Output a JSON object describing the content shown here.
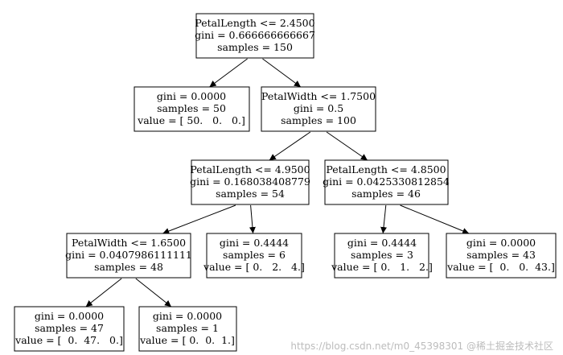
{
  "tree": {
    "nodes": {
      "n0": [
        "PetalLength <= 2.4500",
        "gini = 0.666666666667",
        "samples = 150"
      ],
      "n1": [
        "gini = 0.0000",
        "samples = 50",
        "value = [ 50.   0.   0.]"
      ],
      "n2": [
        "PetalWidth <= 1.7500",
        "gini = 0.5",
        "samples = 100"
      ],
      "n3": [
        "PetalLength <= 4.9500",
        "gini = 0.168038408779",
        "samples = 54"
      ],
      "n4": [
        "PetalLength <= 4.8500",
        "gini = 0.0425330812854",
        "samples = 46"
      ],
      "n5": [
        "PetalWidth <= 1.6500",
        "gini = 0.0407986111111",
        "samples = 48"
      ],
      "n6": [
        "gini = 0.4444",
        "samples = 6",
        "value = [ 0.   2.   4.]"
      ],
      "n7": [
        "gini = 0.4444",
        "samples = 3",
        "value = [ 0.   1.   2.]"
      ],
      "n8": [
        "gini = 0.0000",
        "samples = 43",
        "value = [  0.   0.  43.]"
      ],
      "n9": [
        "gini = 0.0000",
        "samples = 47",
        "value = [  0.  47.   0.]"
      ],
      "n10": [
        "gini = 0.0000",
        "samples = 1",
        "value = [ 0.  0.  1.]"
      ]
    },
    "edges": [
      [
        "n0",
        "n1"
      ],
      [
        "n0",
        "n2"
      ],
      [
        "n2",
        "n3"
      ],
      [
        "n2",
        "n4"
      ],
      [
        "n3",
        "n5"
      ],
      [
        "n3",
        "n6"
      ],
      [
        "n4",
        "n7"
      ],
      [
        "n4",
        "n8"
      ],
      [
        "n5",
        "n9"
      ],
      [
        "n5",
        "n10"
      ]
    ]
  },
  "watermark": "https://blog.csdn.net/m0_45398301  @稀土掘金技术社区"
}
